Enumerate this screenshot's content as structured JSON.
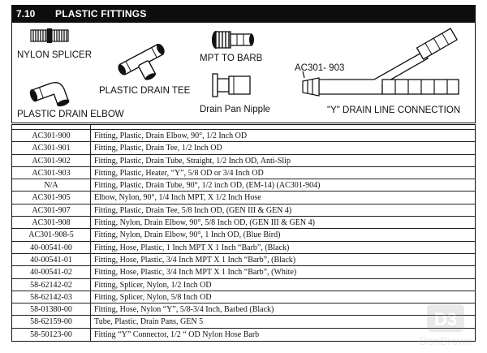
{
  "section": {
    "number": "7.10",
    "title": "PLASTIC FITTINGS"
  },
  "figures": {
    "nylon_splicer": "NYLON SPLICER",
    "plastic_drain_tee": "PLASTIC DRAIN TEE",
    "mpt_to_barb": "MPT TO BARB",
    "drain_pan_nipple": "Drain Pan Nipple",
    "plastic_drain_elbow": "PLASTIC DRAIN ELBOW",
    "y_part_number": "AC301- 903",
    "y_drain_line": "\"Y\" DRAIN LINE CONNECTION"
  },
  "parts": [
    {
      "part": "AC301-900",
      "description": "Fitting, Plastic, Drain Elbow, 90°, 1/2 Inch OD"
    },
    {
      "part": "AC301-901",
      "description": "Fitting, Plastic, Drain Tee, 1/2 Inch OD"
    },
    {
      "part": "AC301-902",
      "description": "Fitting, Plastic, Drain Tube, Straight, 1/2 Inch OD, Anti-Slip"
    },
    {
      "part": "AC301-903",
      "description": "Fitting, Plastic, Heater, “Y”, 5/8 OD or 3/4 Inch OD"
    },
    {
      "part": "N/A",
      "description": "Fitting, Plastic, Drain Tube, 90°, 1/2 inch OD, (EM-14) (AC301-904)"
    },
    {
      "part": "AC301-905",
      "description": "Elbow, Nylon, 90°, 1/4 Inch MPT, X 1/2 Inch Hose"
    },
    {
      "part": "AC301-907",
      "description": "Fitting, Plastic, Drain Tee, 5/8 Inch OD, (GEN III & GEN 4)"
    },
    {
      "part": "AC301-908",
      "description": "Fitting, Nylon, Drain Elbow, 90°, 5/8 Inch OD, (GEN III & GEN 4)"
    },
    {
      "part": "AC301-908-5",
      "description": "Fitting, Nylon, Drain Elbow, 90°, 1 Inch OD, (Blue Bird)"
    },
    {
      "part": "40-00541-00",
      "description": "Fitting, Hose, Plastic, 1 Inch MPT X 1 Inch “Barb”, (Black)"
    },
    {
      "part": "40-00541-01",
      "description": "Fitting, Hose, Plastic, 3/4 Inch MPT X 1 Inch “Barb”, (Black)"
    },
    {
      "part": "40-00541-02",
      "description": "Fitting, Hose, Plastic, 3/4 Inch MPT X 1 Inch “Barb”, (White)"
    },
    {
      "part": "58-62142-02",
      "description": "Fitting, Splicer, Nylon, 1/2 Inch OD"
    },
    {
      "part": "58-62142-03",
      "description": "Fitting, Splicer, Nylon, 5/8 Inch OD"
    },
    {
      "part": "58-01380-00",
      "description": "Fitting, Hose, Nylon “Y”, 5/8-3/4 Inch, Barbed (Black)"
    },
    {
      "part": "58-62159-00",
      "description": "Tube, Plastic, Drain Pans, GEN 5"
    },
    {
      "part": "58-50123-00",
      "description": "Fitting “Y” Connector, 1/2 “ OD Nylon Hose Barb"
    }
  ],
  "watermark": {
    "text": "DonBrown",
    "logo_icon": "d3-logo"
  }
}
